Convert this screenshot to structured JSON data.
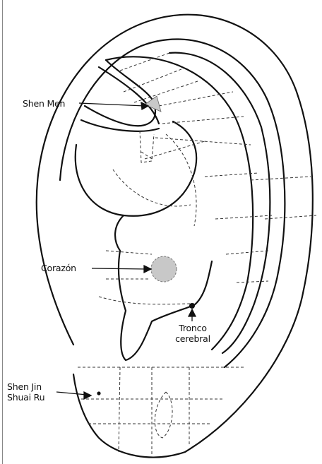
{
  "labels": {
    "shen_men": "Shen Men",
    "corazon": "Corazón",
    "tronco_line1": "Tronco",
    "tronco_line2": "cerebral",
    "shen_jin_line1": "Shen Jin",
    "shen_jin_line2": "Shuai Ru"
  },
  "colors": {
    "line": "#111111",
    "dash": "#333333",
    "marker_fill": "#c8c8c8"
  }
}
